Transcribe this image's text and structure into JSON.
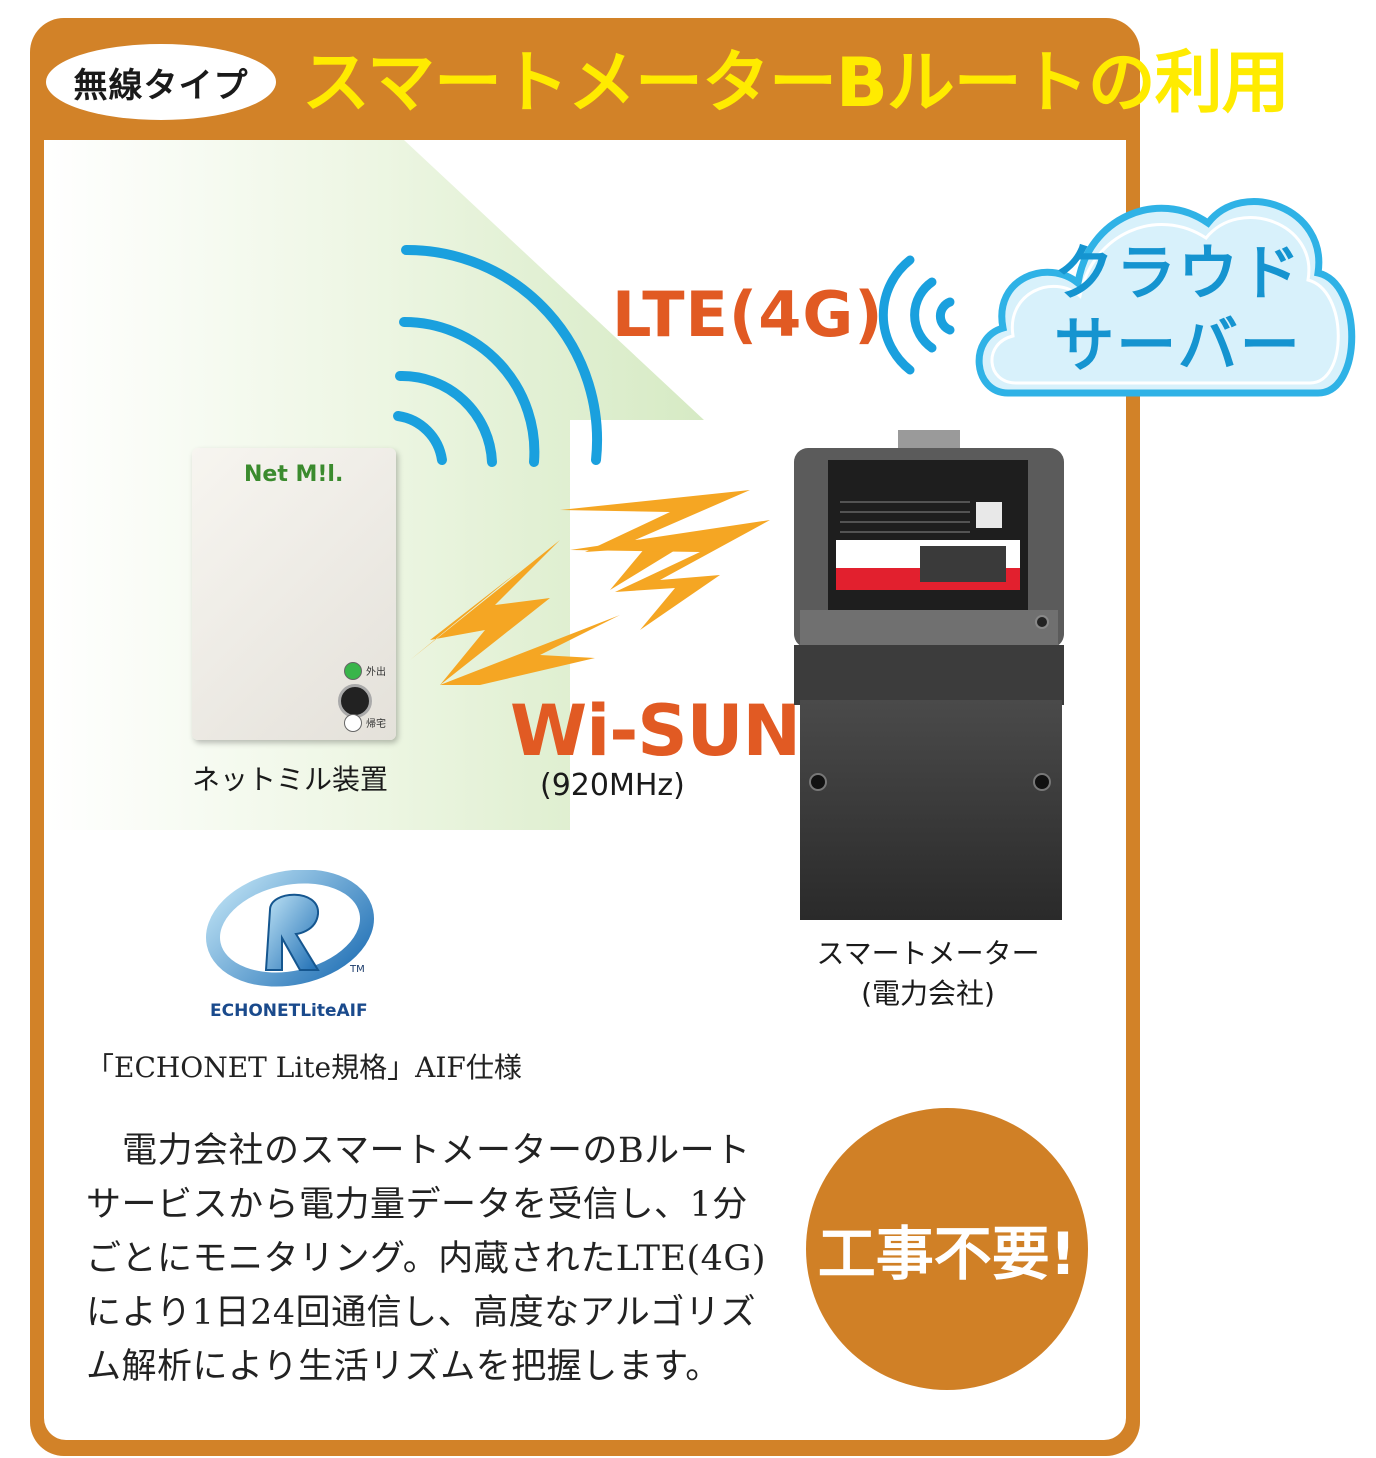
{
  "header": {
    "badge": "無線タイプ",
    "title": "スマートメーターBルートの利用"
  },
  "cloud": {
    "line1": "クラウド",
    "line2": "サーバー"
  },
  "lte_label": "LTE(4G)",
  "wisun": {
    "label": "Wi-SUN",
    "sub": "(920MHz)"
  },
  "device": {
    "logo": "Net M!l.",
    "led1_label": "外出",
    "led2_label": "帰宅",
    "caption": "ネットミル装置"
  },
  "meter": {
    "caption_line1": "スマートメーター",
    "caption_line2": "(電力会社)"
  },
  "echonet": {
    "logo_text": "ECHONETLiteAIF",
    "tm": "TM",
    "caption": "「ECHONET Lite規格」AIF仕様"
  },
  "description": "電力会社のスマートメーターのBルートサービスから電力量データを受信し、1分ごとにモニタリング。内蔵されたLTE(4G)により1日24回通信し、高度なアルゴリズム解析により生活リズムを把握します。",
  "callout": "工事不要!",
  "colors": {
    "frame": "#d28228",
    "title": "#ffeb00",
    "accent": "#e15a23",
    "wave": "#1aa0de",
    "cloud_text": "#1594d0",
    "bolt": "#f5a623",
    "house": "#dbeccb"
  }
}
